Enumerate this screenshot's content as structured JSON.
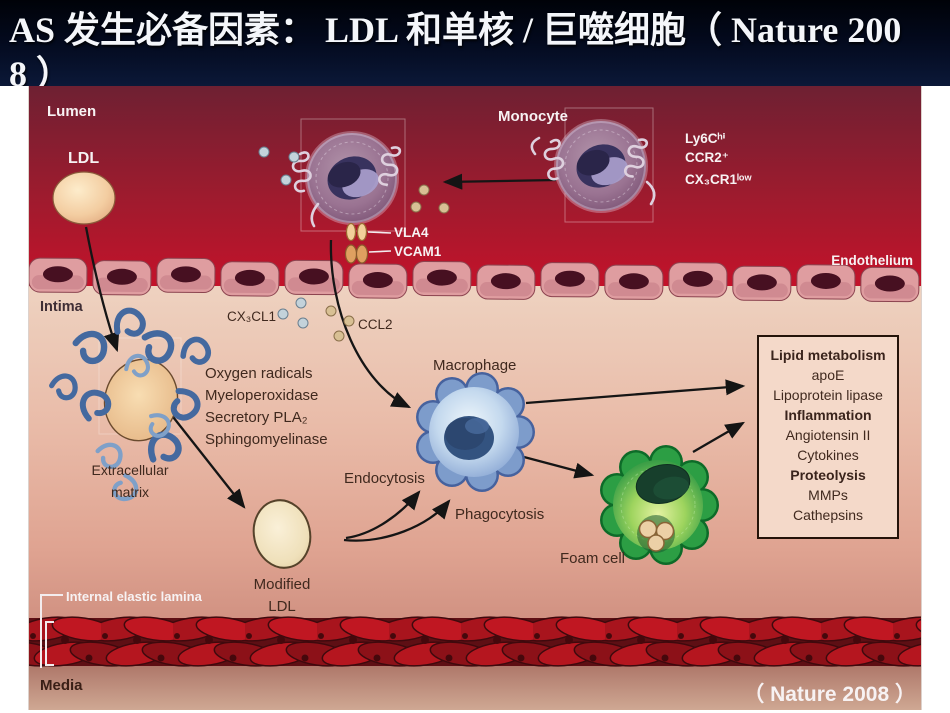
{
  "title": {
    "line1": "AS 发生必备因素： LDL 和单核 / 巨噬细胞（ Nature 200",
    "line2": "8 ）"
  },
  "figure": {
    "regions": {
      "lumen": "Lumen",
      "endothelium": "Endothelium",
      "intima": "Intima",
      "internal_elastic_lamina": "Internal elastic lamina",
      "media": "Media"
    },
    "particles": {
      "ldl": "LDL",
      "modified_ldl_line1": "Modified",
      "modified_ldl_line2": "LDL",
      "extracellular_matrix_line1": "Extracellular",
      "extracellular_matrix_line2": "matrix"
    },
    "cells": {
      "monocyte": "Monocyte",
      "macrophage": "Macrophage",
      "foam_cell": "Foam cell"
    },
    "monocyte_markers": [
      "Ly6Cʰⁱ",
      "CCR2⁺",
      "CX₃CR1ˡᵒʷ"
    ],
    "adhesion": {
      "vla4": "VLA4",
      "vcam1": "VCAM1"
    },
    "chemokines": {
      "cx3cl1": "CX₃CL1",
      "ccl2": "CCL2"
    },
    "enzymes": [
      "Oxygen radicals",
      "Myeloperoxidase",
      "Secretory PLA₂",
      "Sphingomyelinase"
    ],
    "processes": {
      "endocytosis": "Endocytosis",
      "phagocytosis": "Phagocytosis"
    },
    "output_box": [
      "Lipid metabolism",
      "apoE",
      "Lipoprotein lipase",
      "Inflammation",
      "Angiotensin II",
      "Cytokines",
      "Proteolysis",
      "MMPs",
      "Cathepsins"
    ],
    "credit": "（ Nature 2008 ）"
  },
  "colors": {
    "title_bg": "#050d24",
    "lumen_red": "#c4122a",
    "intima_pink": "#e9bba8",
    "media_mauve": "#b07a6c",
    "monocyte_purple": "#8d6a86",
    "macrophage_blue": "#7495c8",
    "foam_green": "#2c9e44",
    "box_fill": "#f4d9c9"
  }
}
